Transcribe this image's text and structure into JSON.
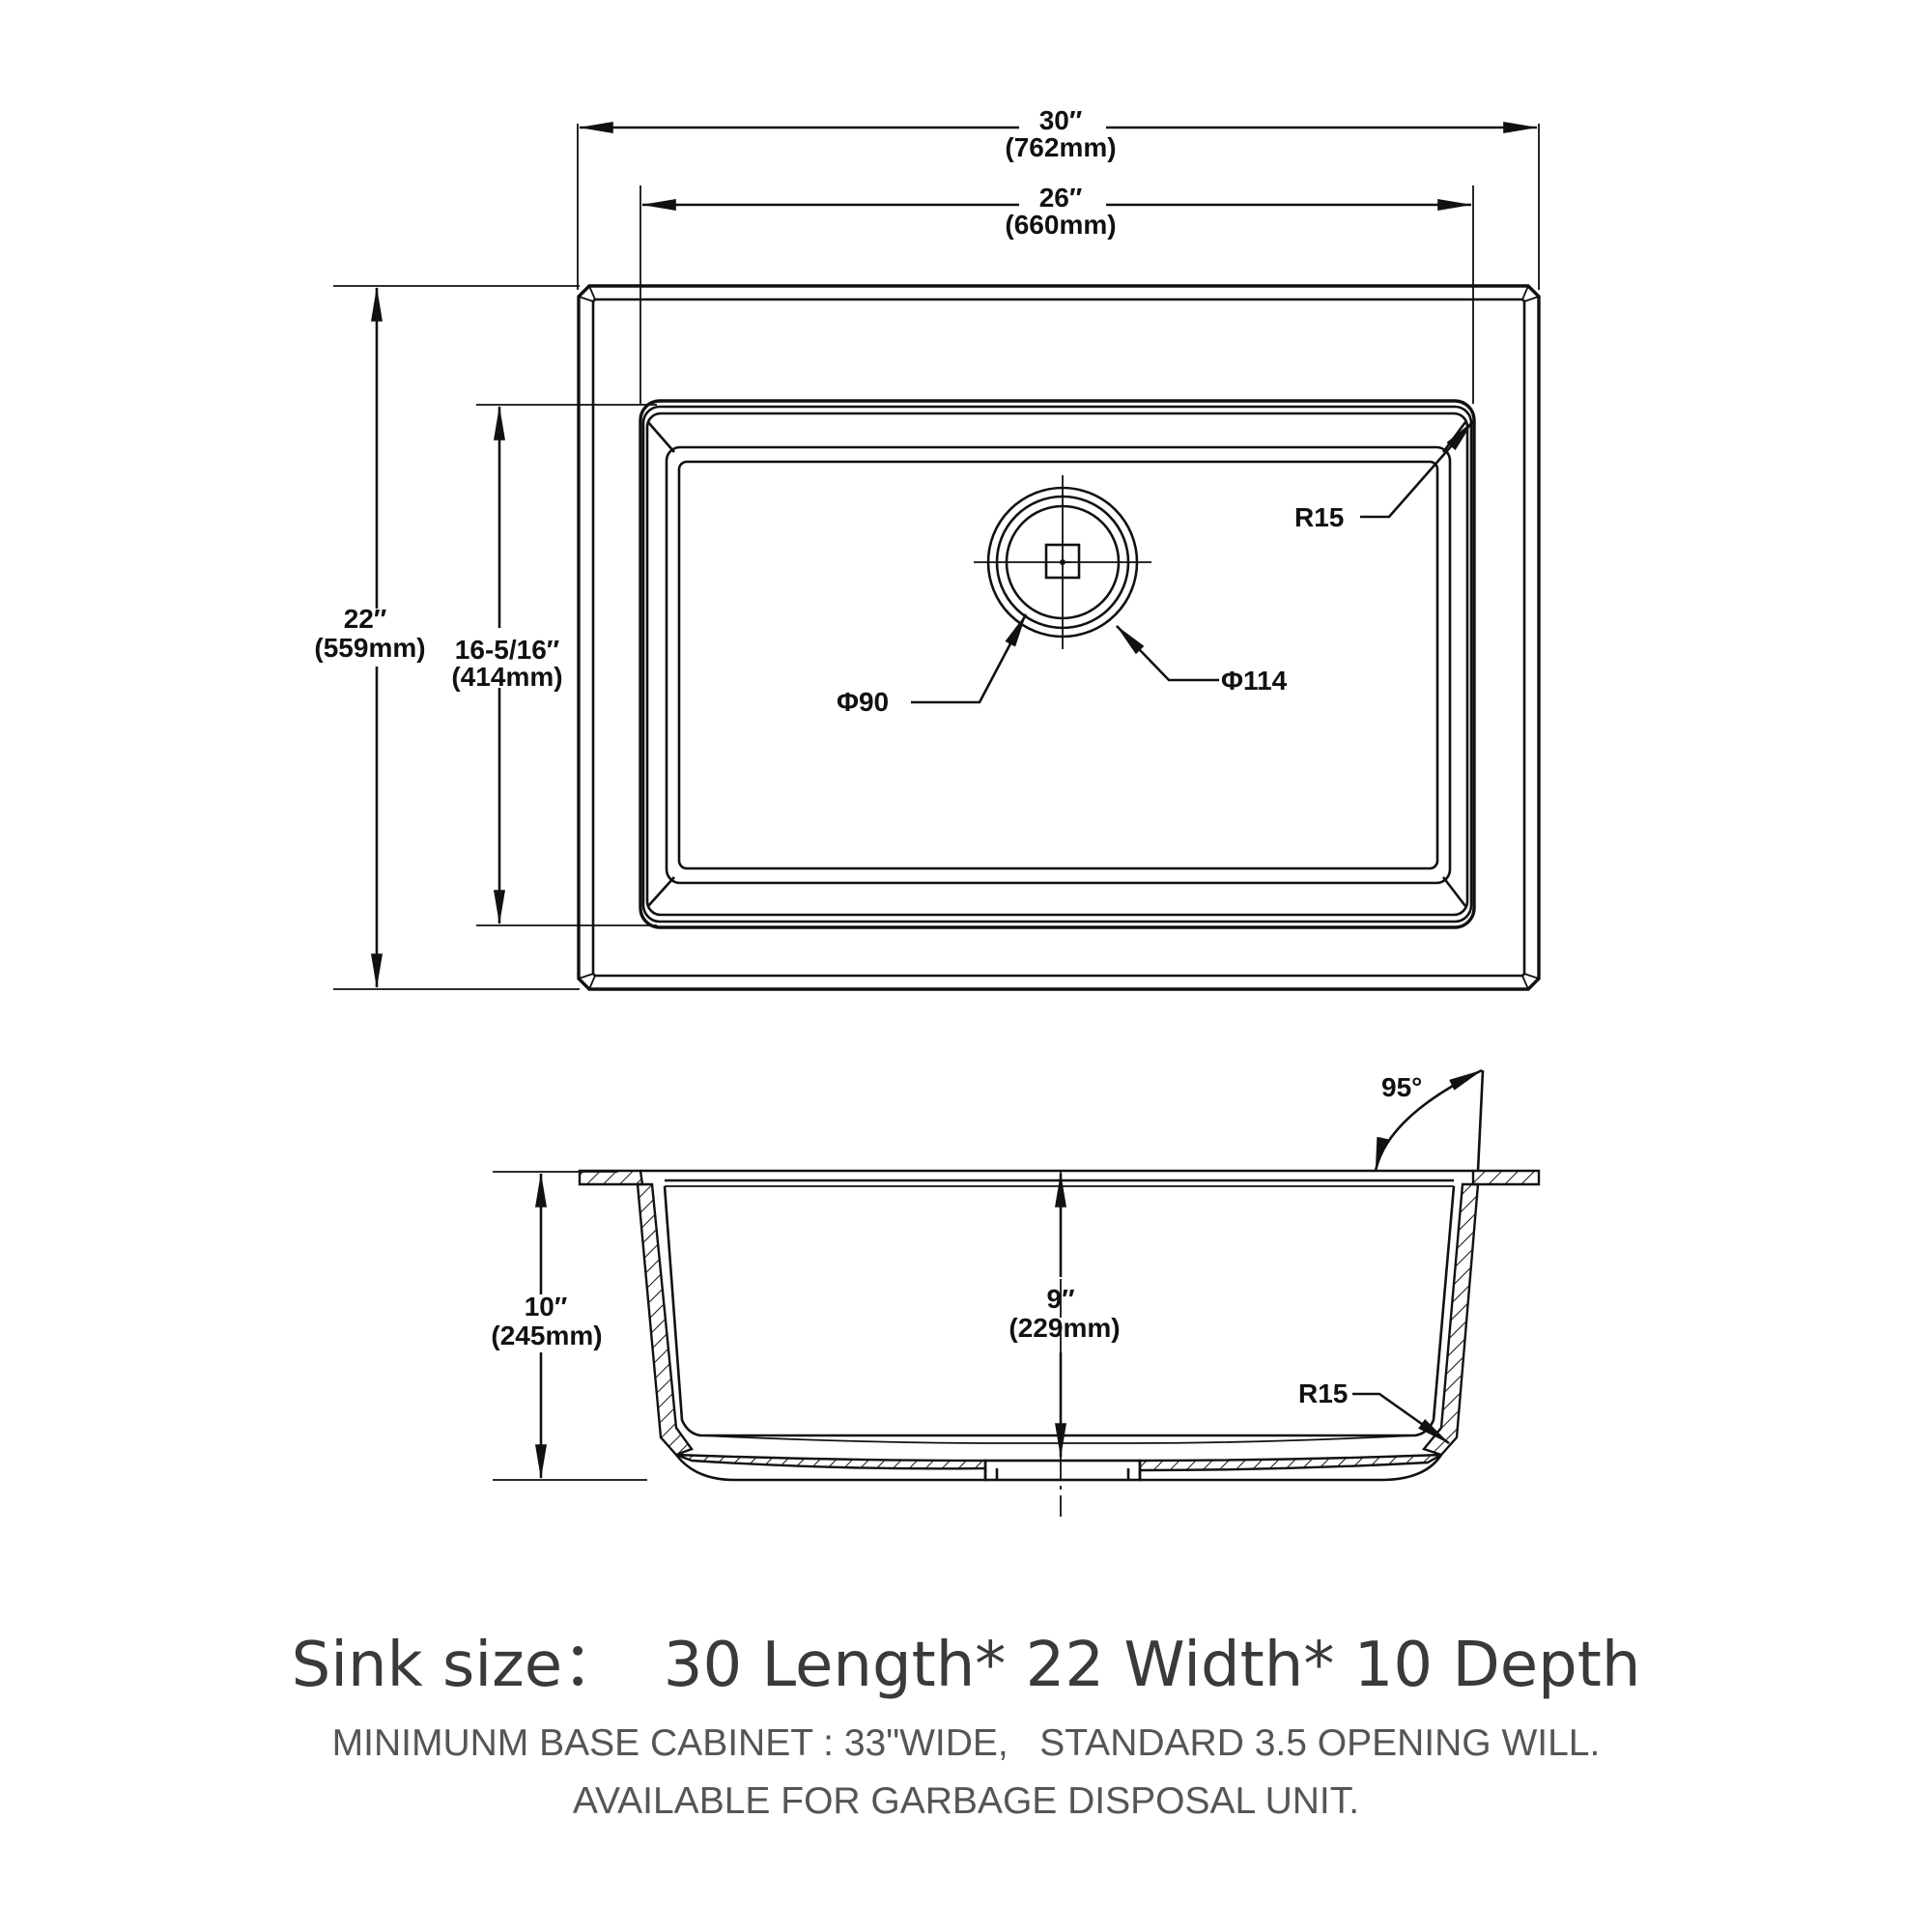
{
  "top_view": {
    "overall_length": {
      "imperial": "30″",
      "metric": "(762mm)"
    },
    "bowl_length": {
      "imperial": "26″",
      "metric": "(660mm)"
    },
    "overall_width": {
      "imperial": "22″",
      "metric": "(559mm)"
    },
    "bowl_width": {
      "imperial": "16-5/16″",
      "metric": "(414mm)"
    },
    "corner_radius": "R15",
    "drain_inner_diameter": "Φ90",
    "drain_outer_diameter": "Φ114"
  },
  "side_view": {
    "wall_angle": "95°",
    "overall_depth": {
      "imperial": "10″",
      "metric": "(245mm)"
    },
    "bowl_depth": {
      "imperial": "9″",
      "metric": "(229mm)"
    },
    "bottom_radius": "R15"
  },
  "caption": {
    "title": "Sink size：  30 Length* 22 Width* 10 Depth",
    "line1": "MINIMUNM BASE CABINET : 33\"WIDE,   STANDARD 3.5 OPENING WILL.",
    "line2": "AVAILABLE FOR GARBAGE DISPOSAL UNIT."
  }
}
